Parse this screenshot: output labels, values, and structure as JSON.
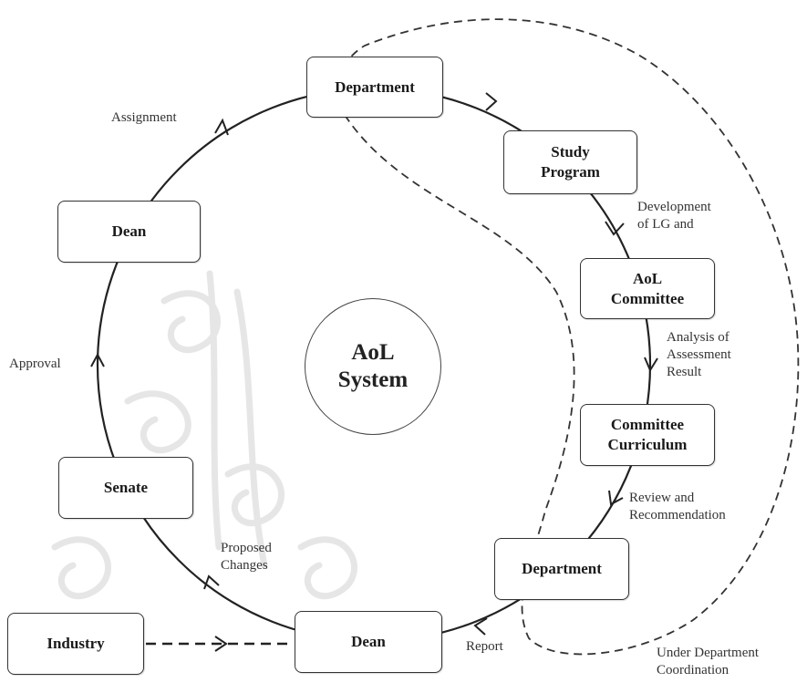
{
  "center": {
    "line1": "AoL",
    "line2": "System"
  },
  "nodes": {
    "department_top": "Department",
    "study_program": {
      "line1": "Study",
      "line2": "Program"
    },
    "aol_committee": {
      "line1": "AoL",
      "line2": "Committee"
    },
    "committee_curriculum": {
      "line1": "Committee",
      "line2": "Curriculum"
    },
    "department_bottom": "Department",
    "dean_bottom": "Dean",
    "senate": "Senate",
    "dean_left": "Dean",
    "industry": "Industry"
  },
  "edge_labels": {
    "assignment": "Assignment",
    "development": {
      "line1": "Development",
      "line2": "of LG and"
    },
    "analysis": {
      "line1": "Analysis of",
      "line2": "Assessment",
      "line3": "Result"
    },
    "review": {
      "line1": "Review and",
      "line2": "Recommendation"
    },
    "report": "Report",
    "proposed": {
      "line1": "Proposed",
      "line2": "Changes"
    },
    "approval": "Approval"
  },
  "region_label": {
    "line1": "Under Department",
    "line2": "Coordination"
  },
  "colors": {
    "line": "#222222",
    "box_border": "#333333",
    "watermark": "#e4e4e4"
  }
}
